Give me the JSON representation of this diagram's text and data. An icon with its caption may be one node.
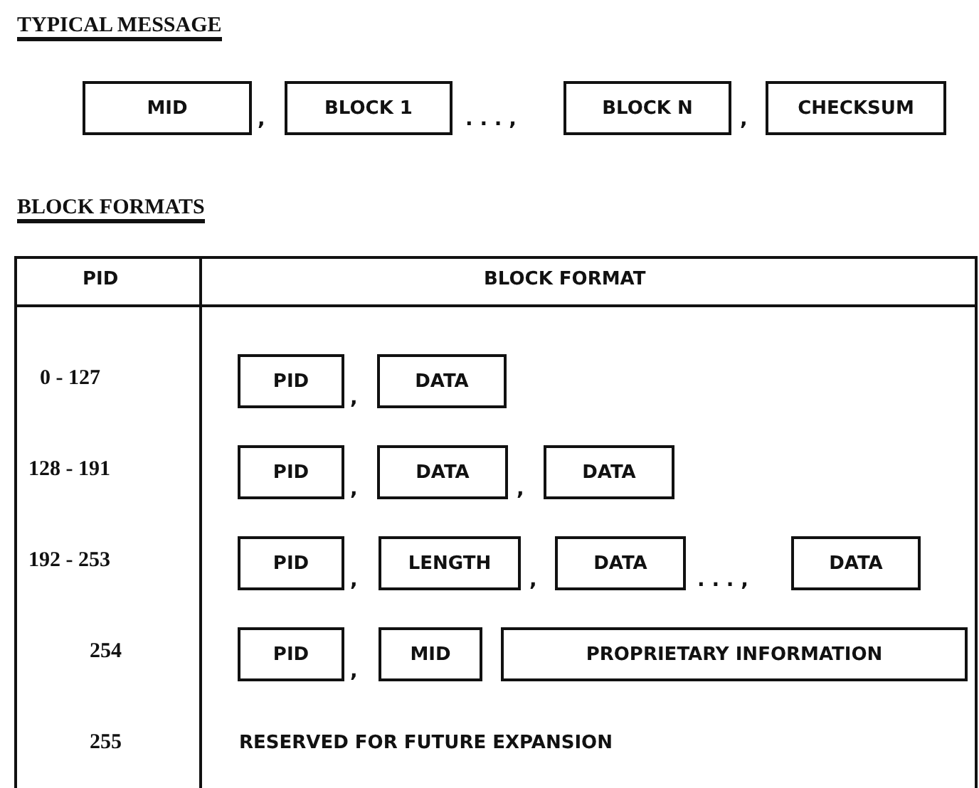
{
  "diagram": {
    "nodes": [
      {
        "text": [
          "MID"
        ]
      },
      {
        "text": [
          "BLOCK 1"
        ]
      },
      {
        "text": [
          "BLOCK N"
        ]
      },
      {
        "text": [
          "CHECKSUM"
        ]
      },
      {
        "text": [
          "PID"
        ]
      },
      {
        "text": [
          "DATA"
        ]
      },
      {
        "text": [
          "PID"
        ]
      },
      {
        "text": [
          "DATA"
        ]
      },
      {
        "text": [
          "DATA"
        ]
      },
      {
        "text": [
          "PID"
        ]
      },
      {
        "text": [
          "LENGTH"
        ]
      },
      {
        "text": [
          "DATA"
        ]
      },
      {
        "text": [
          "DATA"
        ]
      },
      {
        "text": [
          "PID"
        ]
      },
      {
        "text": [
          "MID"
        ]
      },
      {
        "text": [
          "PROPRIETARY INFORMATION"
        ]
      }
    ],
    "edges": [],
    "labels": [
      "TYPICAL MESSAGE",
      ",",
      ". . . ,",
      ",",
      "BLOCK FORMATS",
      "PID",
      "BLOCK FORMAT",
      "0 - 127",
      ",",
      "128 - 191",
      ",",
      ",",
      "192 - 253",
      ",",
      ",",
      ". . . ,",
      "254",
      ",",
      "255",
      "RESERVED FOR FUTURE EXPANSION"
    ]
  }
}
